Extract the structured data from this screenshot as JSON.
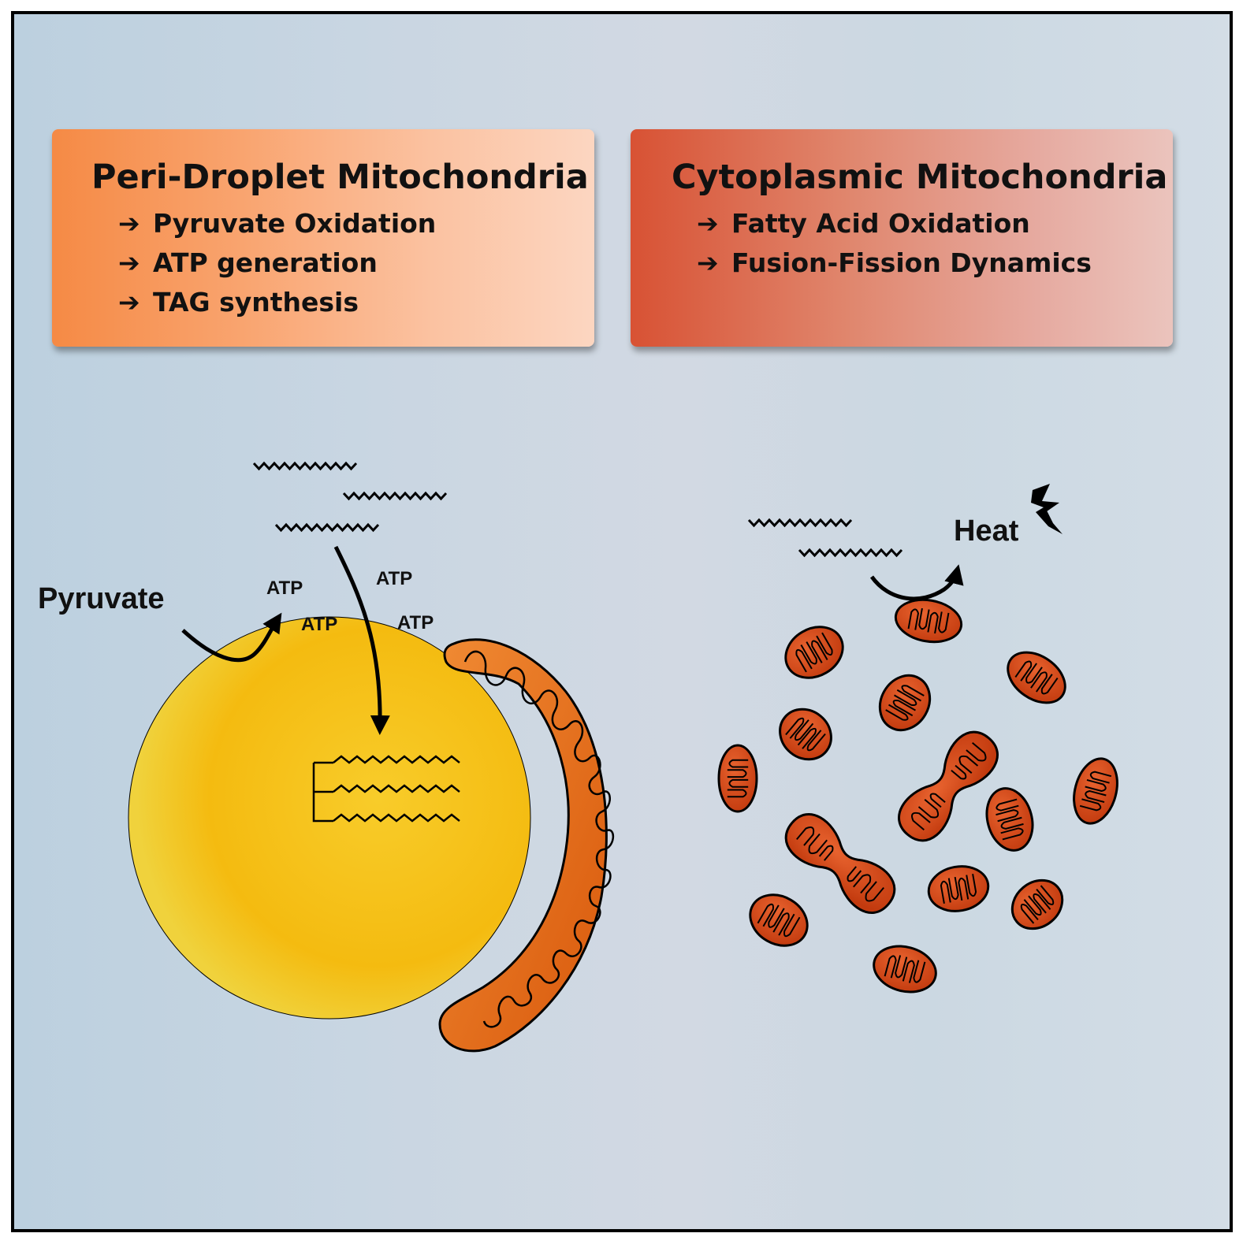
{
  "left_panel": {
    "title": "Peri-Droplet Mitochondria",
    "items": [
      "Pyruvate Oxidation",
      "ATP generation",
      "TAG synthesis"
    ],
    "color": "#f58a45"
  },
  "right_panel": {
    "title": "Cytoplasmic Mitochondria",
    "items": [
      "Fatty Acid Oxidation",
      "Fusion-Fission Dynamics"
    ],
    "color": "#d85234"
  },
  "arrow_glyph": "➔",
  "labels": {
    "pyruvate": "Pyruvate",
    "atp": "ATP",
    "heat": "Heat"
  },
  "colors": {
    "lipid_droplet": "#f5c016",
    "mitochondria_peri": "#e2650f",
    "mitochondria_cyto": "#d14410"
  }
}
